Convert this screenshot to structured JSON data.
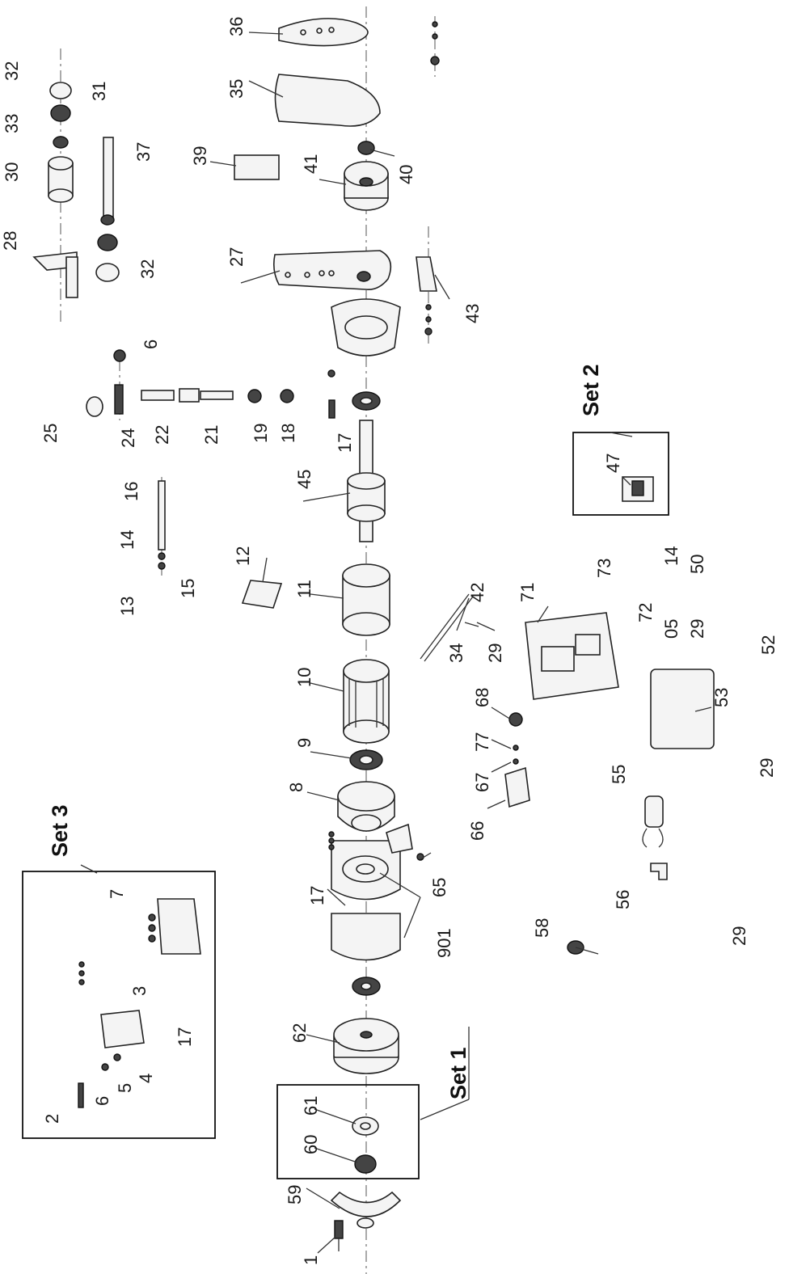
{
  "labels": {
    "p1": "1",
    "p2": "2",
    "p3": "3",
    "p4": "4",
    "p5": "5",
    "p6": "6",
    "p6b": "6",
    "p7": "7",
    "p8": "8",
    "p9": "9",
    "p10": "10",
    "p11": "11",
    "p12": "12",
    "p13": "13",
    "p14": "14",
    "p14b": "14",
    "p15": "15",
    "p16": "16",
    "p17": "17",
    "p17b": "17",
    "p17c": "17",
    "p18": "18",
    "p19": "19",
    "p21": "21",
    "p22": "22",
    "p24": "24",
    "p25": "25",
    "p27": "27",
    "p28": "28",
    "p29a": "29",
    "p29b": "29",
    "p29c": "29",
    "p29d": "29",
    "p30": "30",
    "p31": "31",
    "p32": "32",
    "p32b": "32",
    "p33": "33",
    "p34": "34",
    "p35": "35",
    "p36": "36",
    "p37": "37",
    "p39": "39",
    "p40": "40",
    "p41": "41",
    "p42": "42",
    "p43": "43",
    "p45": "45",
    "p47": "47",
    "p50": "50",
    "p52": "52",
    "p53": "53",
    "p55": "55",
    "p56": "56",
    "p58": "58",
    "p59": "59",
    "p60": "60",
    "p61": "61",
    "p62": "62",
    "p65": "65",
    "p66": "66",
    "p67": "67",
    "p68": "68",
    "p71": "71",
    "p72": "72",
    "p73": "73",
    "p77": "77",
    "p05": "05",
    "p901": "901"
  },
  "sets": {
    "set1": "Set 1",
    "set2": "Set 2",
    "set3": "Set 3"
  }
}
